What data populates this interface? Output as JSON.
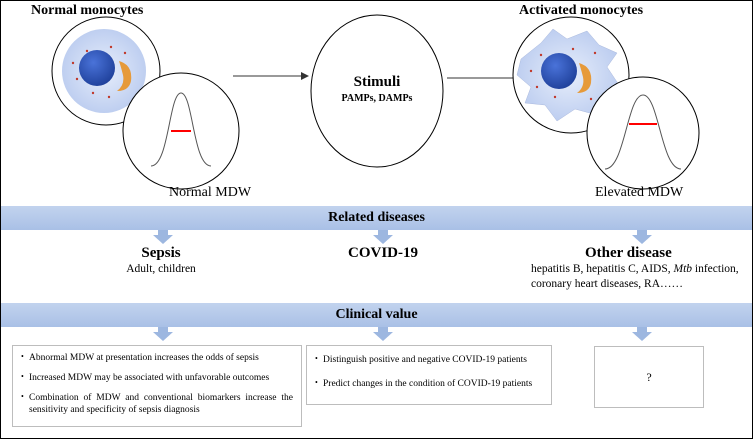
{
  "header": {
    "left_title": "Normal monocytes",
    "right_title": "Activated monocytes"
  },
  "stimuli": {
    "title": "Stimuli",
    "subtitle": "PAMPs, DAMPs"
  },
  "mdw_labels": {
    "normal": "Normal MDW",
    "elevated": "Elevated MDW"
  },
  "bands": {
    "related": "Related diseases",
    "clinical": "Clinical value"
  },
  "diseases": {
    "sepsis": {
      "title": "Sepsis",
      "sub": "Adult, children"
    },
    "covid": {
      "title": "COVID-19"
    },
    "other": {
      "title": "Other disease",
      "line1_prefix": "hepatitis B, hepatitis C, AIDS, ",
      "line1_italic": "Mtb",
      "line1_suffix": " infection,",
      "line2": "coronary heart diseases, RA……"
    }
  },
  "clinical": {
    "sepsis_points": [
      "Abnormal MDW at presentation increases the odds of sepsis",
      "Increased MDW may be associated with unfavorable outcomes",
      "Combination of MDW and conventional biomarkers increase the sensitivity and specificity of sepsis diagnosis"
    ],
    "covid_points": [
      "Distinguish positive and negative COVID-19 patients",
      "Predict changes in the condition of COVID-19 patients"
    ],
    "other_value": "?"
  },
  "colors": {
    "band": "#b4c7e7",
    "arrow": "#9db7e0",
    "cytoplasm": "#cdd9f2",
    "nucleus": "#2f54b8",
    "granule": "#e69a3a",
    "curve_peak": "#ff0000"
  }
}
